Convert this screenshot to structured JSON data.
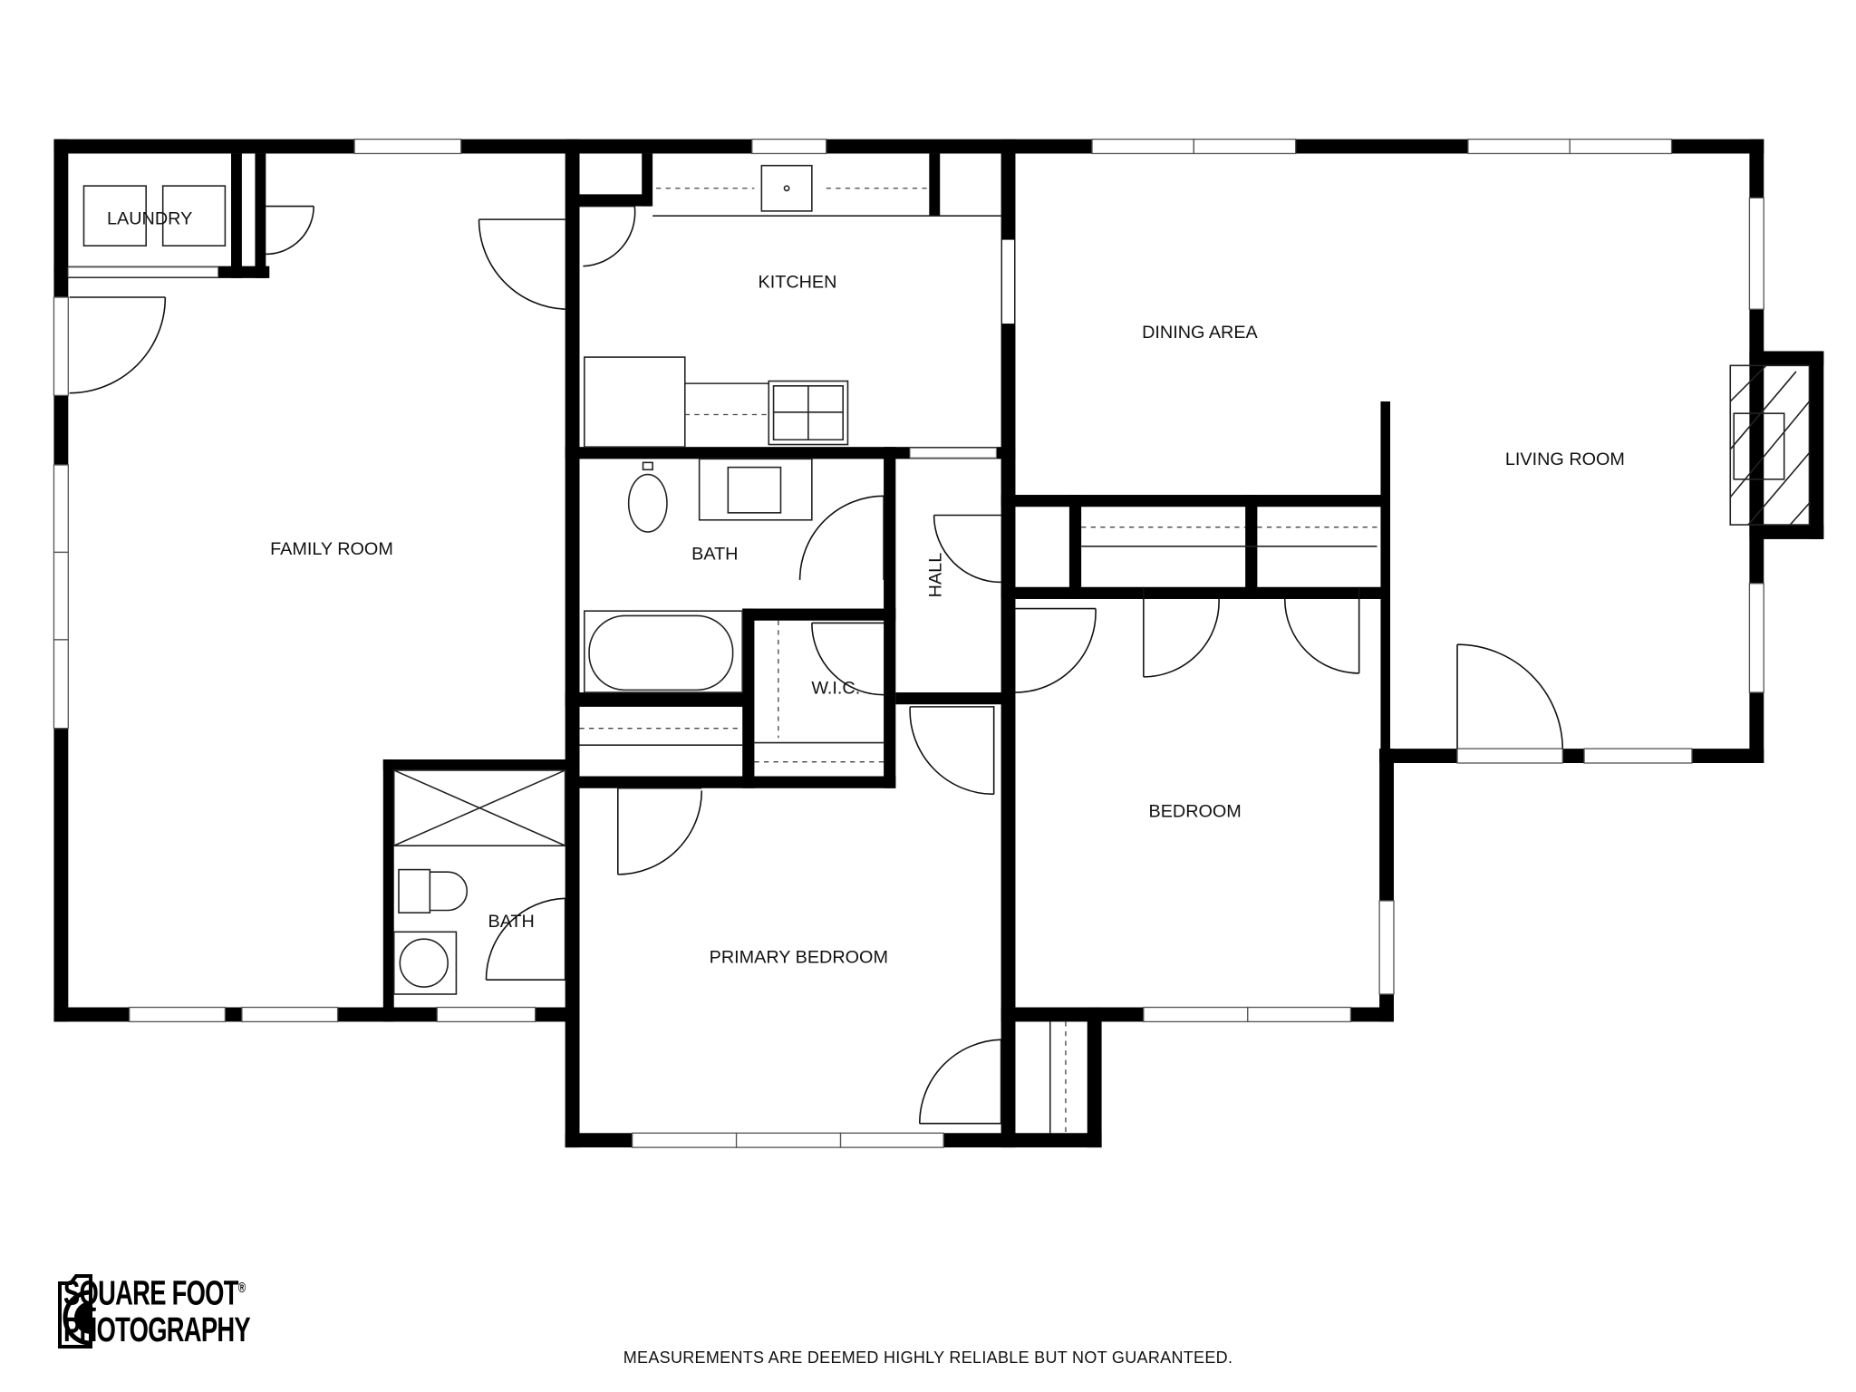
{
  "floorplan": {
    "rooms": {
      "laundry": "LAUNDRY",
      "family_room": "FAMILY ROOM",
      "kitchen": "KITCHEN",
      "dining_area": "DINING AREA",
      "living_room": "LIVING ROOM",
      "bath_main": "BATH",
      "hall": "HALL",
      "wic": "W.I.C.",
      "bedroom": "BEDROOM",
      "bath_primary": "BATH",
      "primary_bedroom": "PRIMARY BEDROOM"
    }
  },
  "branding": {
    "logo_line1": "SQUARE FOOT",
    "logo_line2": "PHOTOGRAPHY",
    "logo_mark": "®",
    "logo_icon": "camera-icon"
  },
  "disclaimer": "MEASUREMENTS ARE DEEMED HIGHLY RELIABLE BUT NOT GUARANTEED."
}
